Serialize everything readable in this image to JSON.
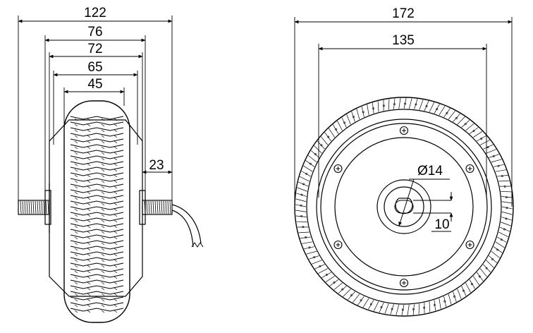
{
  "side_view": {
    "dims": {
      "overall_axle": "122",
      "hub_outer": "76",
      "hub_inner": "72",
      "rim_width": "65",
      "tread_width": "45",
      "axle_stub": "23"
    }
  },
  "front_view": {
    "dims": {
      "tire_diameter": "172",
      "hub_diameter": "135",
      "shaft_diameter": "Ø14",
      "flat_width": "10"
    }
  },
  "colors": {
    "stroke": "#000000",
    "background": "#ffffff"
  }
}
